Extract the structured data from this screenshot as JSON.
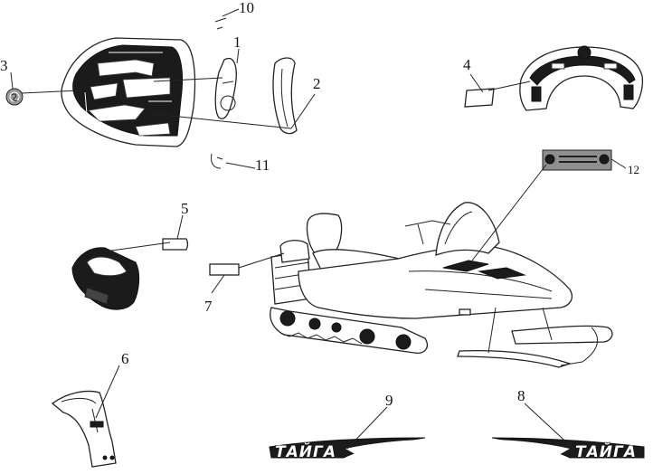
{
  "callouts": {
    "c1": "1",
    "c2": "2",
    "c3": "3",
    "c4": "4",
    "c5": "5",
    "c6": "6",
    "c7": "7",
    "c8": "8",
    "c9": "9",
    "c10": "10",
    "c11": "11",
    "c12": "12"
  },
  "decals": {
    "brand_name_1": "ТАЙГА",
    "brand_name_2": "ТАЙГА"
  },
  "colors": {
    "line": "#222222",
    "fill_dark": "#1b1b1b",
    "background": "#ffffff"
  }
}
